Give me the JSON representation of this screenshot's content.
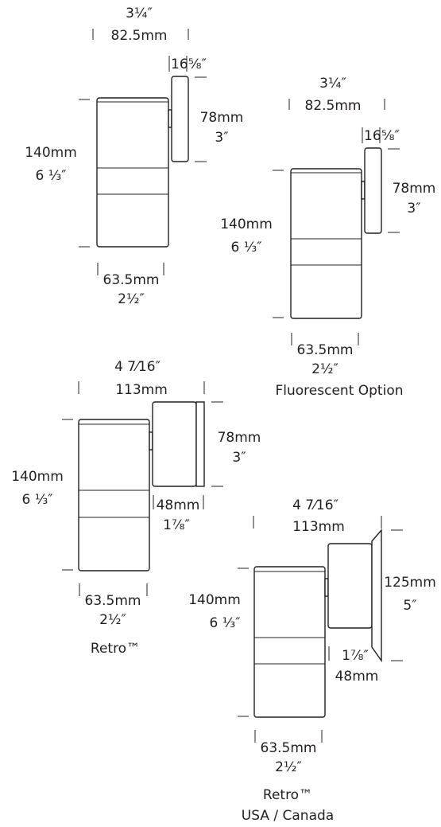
{
  "standard": {
    "width_in": "3¼″",
    "width_mm": "82.5mm",
    "mount_mm": "16",
    "mount_in": "⅝″",
    "plate_mm": "78mm",
    "plate_in": "3″",
    "height_mm": "140mm",
    "height_in": "6 ⅓″",
    "base_mm": "63.5mm",
    "base_in": "2½″"
  },
  "fluorescent": {
    "width_in": "3¼″",
    "width_mm": "82.5mm",
    "mount_mm": "16",
    "mount_in": "⅝″",
    "plate_mm": "78mm",
    "plate_in": "3″",
    "height_mm": "140mm",
    "height_in": "6 ⅓″",
    "base_mm": "63.5mm",
    "base_in": "2½″",
    "caption": "Fluorescent  Option"
  },
  "retro": {
    "width_in": "4 7⁄16″",
    "width_mm": "113mm",
    "plate_mm": "78mm",
    "plate_in": "3″",
    "height_mm": "140mm",
    "height_in": "6 ⅓″",
    "box_mm": "48mm",
    "box_in": "1⅞″",
    "base_mm": "63.5mm",
    "base_in": "2½″",
    "caption": "Retro™"
  },
  "retro_na": {
    "width_in": "4 7⁄16″",
    "width_mm": "113mm",
    "plate_mm": "125mm",
    "plate_in": "5″",
    "height_mm": "140mm",
    "height_in": "6 ⅓″",
    "box_in": "1⅞″",
    "box_mm": "48mm",
    "base_mm": "63.5mm",
    "base_in": "2½″",
    "caption1": "Retro™",
    "caption2": "USA  / Canada"
  }
}
